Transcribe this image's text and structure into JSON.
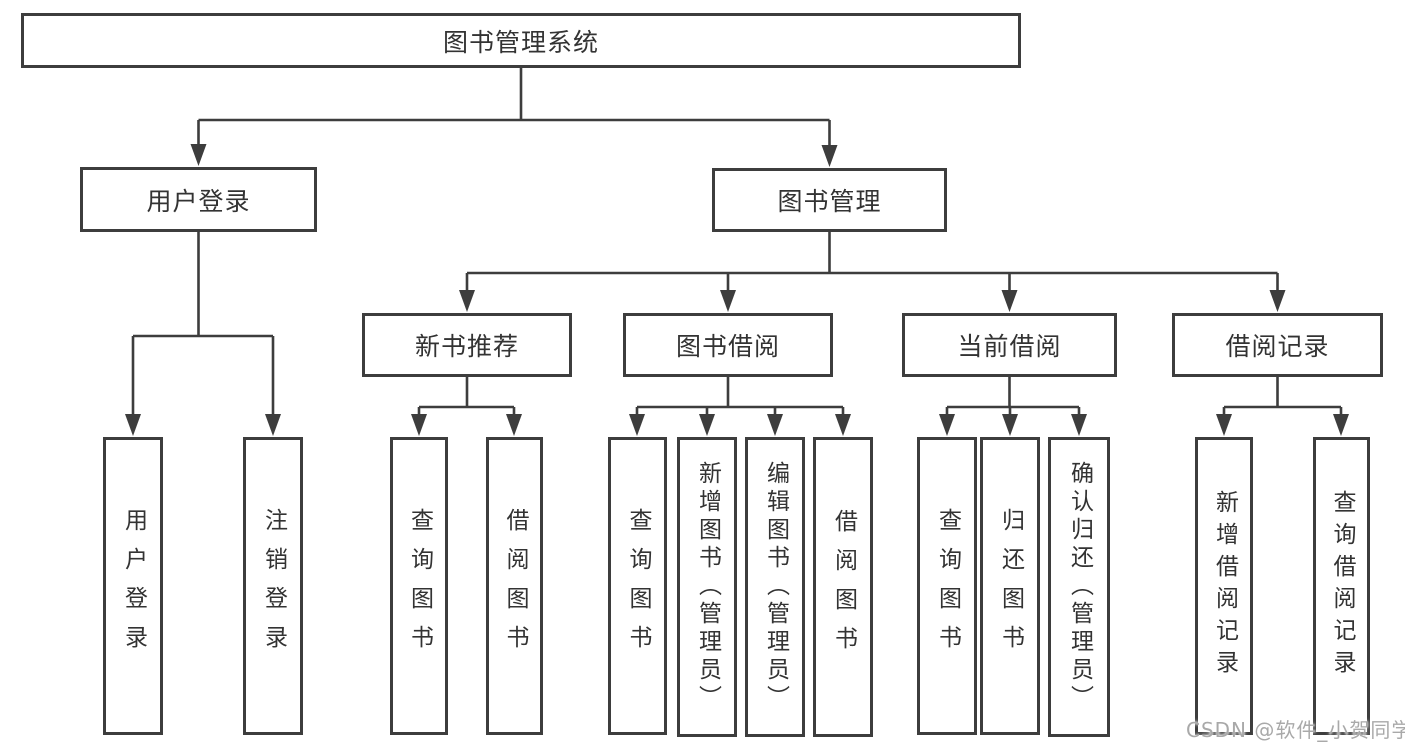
{
  "title": "图书管理系统",
  "watermark": "CSDN @软件_小贺同学",
  "colors": {
    "line": "#3d3d3d",
    "text": "#333333",
    "box_background": "#ffffff",
    "watermark": "#a9a9a9"
  },
  "tree": {
    "label": "图书管理系统",
    "children": [
      {
        "label": "用户登录",
        "children": [
          {
            "label": "用户登录"
          },
          {
            "label": "注销登录"
          }
        ]
      },
      {
        "label": "图书管理",
        "children": [
          {
            "label": "新书推荐",
            "children": [
              {
                "label": "查询图书"
              },
              {
                "label": "借阅图书"
              }
            ]
          },
          {
            "label": "图书借阅",
            "children": [
              {
                "label": "查询图书"
              },
              {
                "label": "新增图书（管理员）"
              },
              {
                "label": "编辑图书（管理员）"
              },
              {
                "label": "借阅图书"
              }
            ]
          },
          {
            "label": "当前借阅",
            "children": [
              {
                "label": "查询图书"
              },
              {
                "label": "归还图书"
              },
              {
                "label": "确认归还（管理员）"
              }
            ]
          },
          {
            "label": "借阅记录",
            "children": [
              {
                "label": "新增借阅记录"
              },
              {
                "label": "查询借阅记录"
              }
            ]
          }
        ]
      }
    ]
  }
}
